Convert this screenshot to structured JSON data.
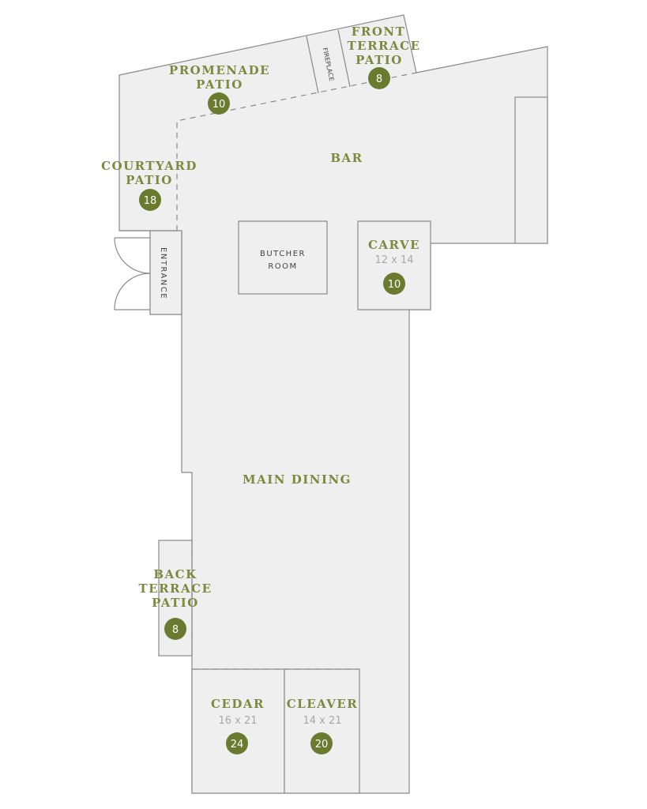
{
  "rooms": {
    "promenade": {
      "line1": "PROMENADE",
      "line2": "PATIO",
      "capacity": "10"
    },
    "front_terrace": {
      "line1": "FRONT",
      "line2": "TERRACE",
      "line3": "PATIO",
      "capacity": "8"
    },
    "courtyard": {
      "line1": "COURTYARD",
      "line2": "PATIO",
      "capacity": "18"
    },
    "bar": {
      "label": "BAR"
    },
    "fireplace": {
      "label": "FIREPLACE"
    },
    "entrance": {
      "label": "ENTRANCE"
    },
    "butcher": {
      "line1": "BUTCHER",
      "line2": "ROOM"
    },
    "carve": {
      "label": "CARVE",
      "size": "12 x 14",
      "capacity": "10"
    },
    "main_dining": {
      "label": "MAIN DINING"
    },
    "back_terrace": {
      "line1": "BACK",
      "line2": "TERRACE",
      "line3": "PATIO",
      "capacity": "8"
    },
    "cedar": {
      "label": "CEDAR",
      "size": "16 x 21",
      "capacity": "24"
    },
    "cleaver": {
      "label": "CLEAVER",
      "size": "14 x 21",
      "capacity": "20"
    }
  },
  "colors": {
    "accent": "#7b8a3e",
    "badge": "#6b7a2e",
    "floor": "#efefef"
  }
}
